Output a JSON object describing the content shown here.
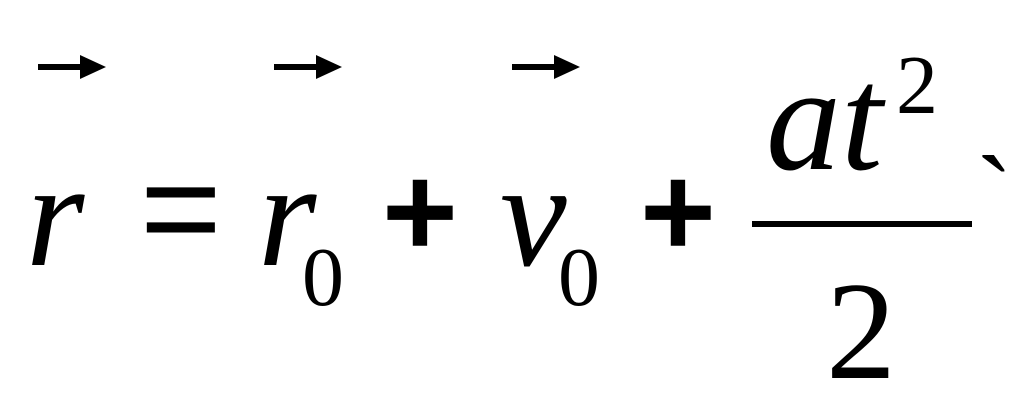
{
  "equation": {
    "lhs": "r",
    "equals": "=",
    "term1": {
      "base": "r",
      "sub": "0"
    },
    "plus1": "+",
    "term2": {
      "base": "v",
      "sub": "0"
    },
    "plus2": "+",
    "fraction": {
      "numerator": {
        "base": "at",
        "sup": "2"
      },
      "denominator": "2"
    },
    "trailing_mark": "`"
  }
}
